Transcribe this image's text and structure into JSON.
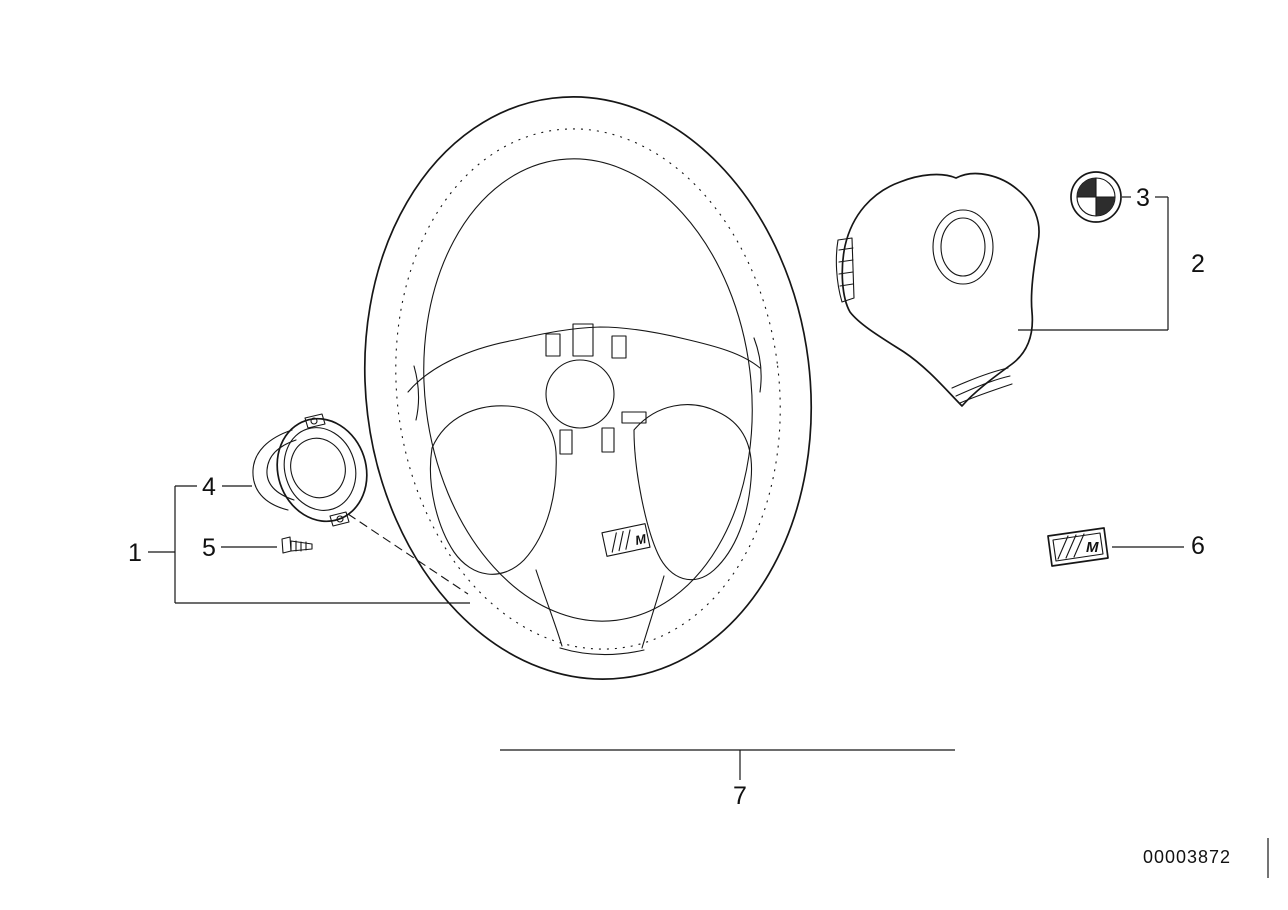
{
  "page": {
    "part_number": "00003872",
    "background_color": "#ffffff",
    "line_color": "#161616",
    "roundel_dark_color": "#2d2d2d"
  },
  "callouts": {
    "item1": "1",
    "item2": "2",
    "item3": "3",
    "item4": "4",
    "item5": "5",
    "item6": "6",
    "item7": "7"
  },
  "badges": {
    "wheel_m_label": "M",
    "part_m_label": "M"
  },
  "icons": {
    "bmw_roundel": "bmw-roundel-icon",
    "m_stripes": "m-stripes-icon"
  }
}
